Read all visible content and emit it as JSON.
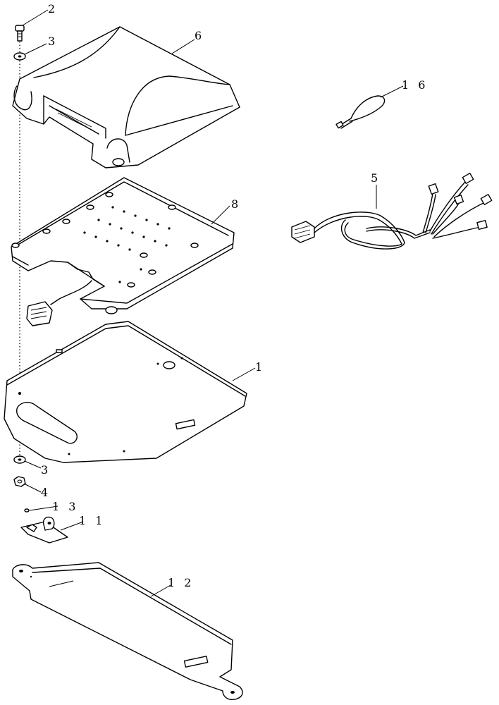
{
  "callouts": {
    "c1": "1",
    "c2": "2",
    "c3a": "3",
    "c3b": "3",
    "c4": "4",
    "c5": "5",
    "c6": "6",
    "c8": "8",
    "c11": "1 1",
    "c12": "1 2",
    "c13": "1 3",
    "c16": "1 6"
  },
  "icons": {
    "part-1": "base-plate",
    "part-2": "bolt",
    "part-3": "washer",
    "part-4": "nut",
    "part-5": "wiring-harness",
    "part-6": "console-cover",
    "part-8": "mounting-plate-with-connector",
    "part-11": "latch-clip",
    "part-12": "bottom-plate",
    "part-13": "pin",
    "part-16": "cable-tie"
  }
}
